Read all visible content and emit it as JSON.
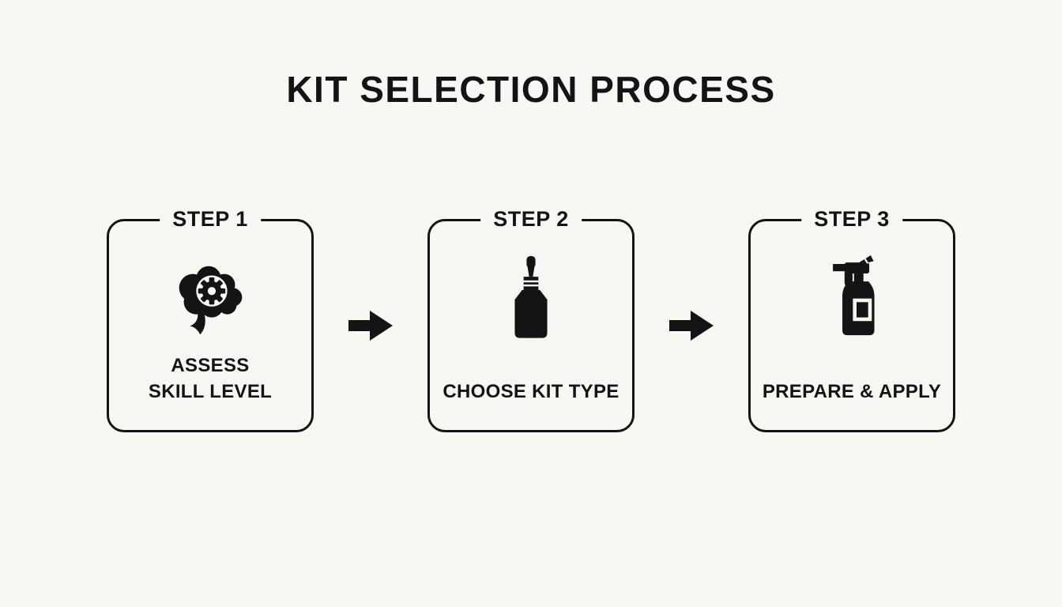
{
  "title": "KIT SELECTION PROCESS",
  "colors": {
    "background": "#f8f7f4",
    "foreground": "#141414"
  },
  "steps": [
    {
      "step_label": "STEP 1",
      "icon": "brain-gear-icon",
      "caption": "ASSESS\nSKILL LEVEL"
    },
    {
      "step_label": "STEP 2",
      "icon": "dropper-bottle-icon",
      "caption": "CHOOSE KIT TYPE"
    },
    {
      "step_label": "STEP 3",
      "icon": "spray-bottle-icon",
      "caption": "PREPARE & APPLY"
    }
  ]
}
